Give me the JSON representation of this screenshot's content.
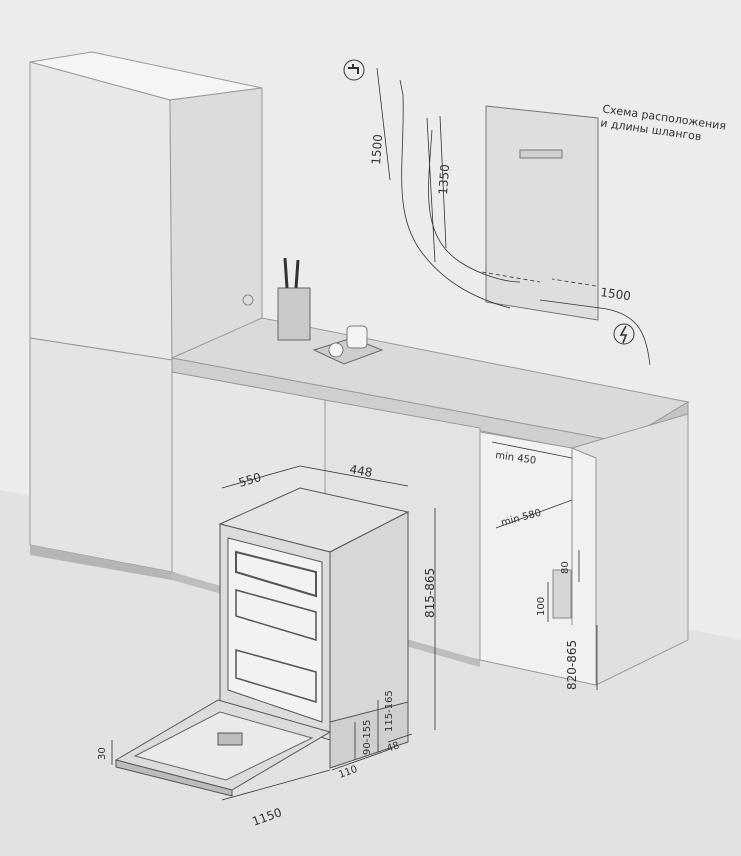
{
  "legend": {
    "line1": "Схема расположения",
    "line2": "и длины шлангов"
  },
  "hoses": {
    "inlet_length": "1500",
    "drain_length": "1350",
    "power_length": "1500",
    "tap_icon": "water-tap-icon",
    "power_icon": "electric-plug-icon"
  },
  "dishwasher": {
    "depth": "550",
    "width": "448",
    "height_range": "815-865",
    "plinth_height": "90-155",
    "leg_adjust": "115-165",
    "plinth_depth": "48",
    "plinth_offset": "110",
    "door_thickness": "30",
    "door_open_depth": "1150"
  },
  "niche": {
    "width": "min 450",
    "depth": "min 580",
    "height": "820-865",
    "opening_height": "80",
    "opening_width": "100"
  },
  "colors": {
    "wall": "#ececec",
    "cabinet": "#e6e6e6",
    "countertop": "#d9d9d9",
    "line": "#333333"
  }
}
